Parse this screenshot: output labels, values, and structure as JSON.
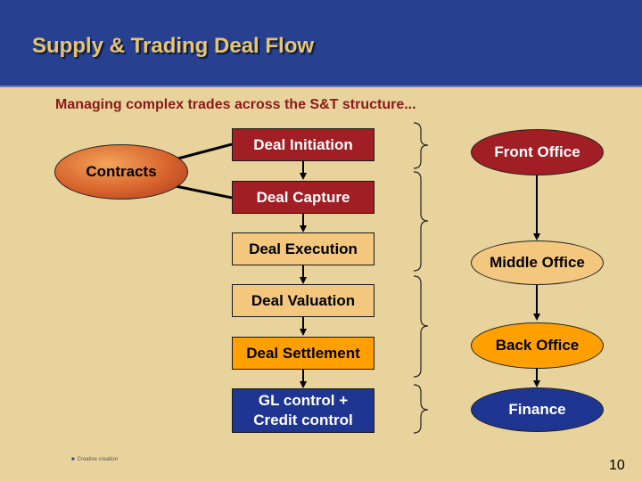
{
  "header": {
    "title": "Supply & Trading Deal Flow"
  },
  "subtitle": "Managing complex trades across the S&T structure...",
  "contracts": {
    "label": "Contracts"
  },
  "process_steps": [
    {
      "label": "Deal Initiation",
      "color": "#A01E24"
    },
    {
      "label": "Deal Capture",
      "color": "#A01E24"
    },
    {
      "label": "Deal Execution",
      "color": "#F3C77E"
    },
    {
      "label": "Deal Valuation",
      "color": "#F3C77E"
    },
    {
      "label": "Deal Settlement",
      "color": "#FFA000"
    },
    {
      "label": "GL control + Credit control",
      "line1": "GL control +",
      "line2": "Credit control",
      "color": "#1F3592"
    }
  ],
  "departments": [
    {
      "label": "Front Office",
      "color": "#A01E24"
    },
    {
      "label": "Middle Office",
      "color": "#F3C77E"
    },
    {
      "label": "Back Office",
      "color": "#FFA000"
    },
    {
      "label": "Finance",
      "color": "#1F3592"
    }
  ],
  "footer": {
    "note": "Creative creation",
    "page_number": "10"
  }
}
